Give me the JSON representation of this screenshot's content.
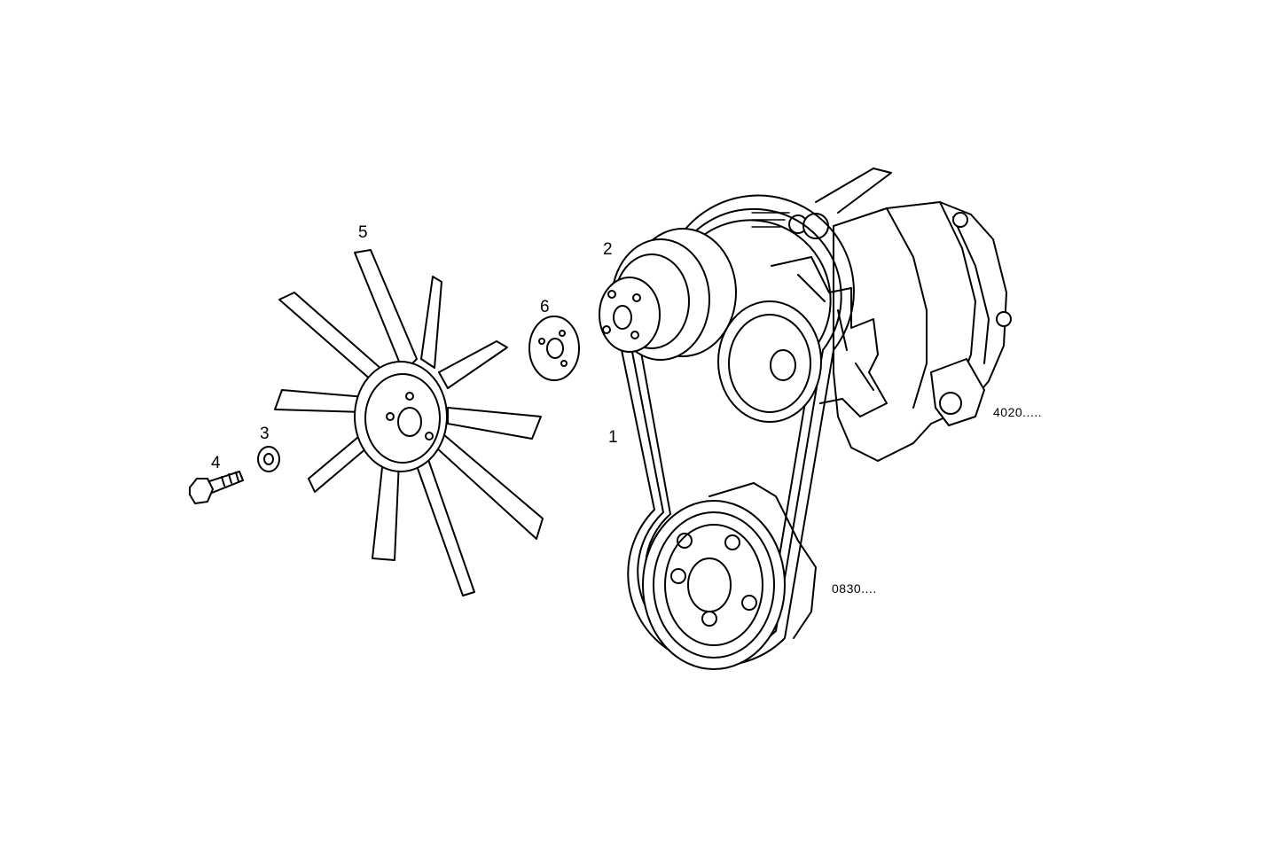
{
  "diagram": {
    "colors": {
      "line": "#000000",
      "background": "#ffffff"
    },
    "parts": [
      {
        "id": "belt",
        "label": "1"
      },
      {
        "id": "pulley",
        "label": "2"
      },
      {
        "id": "washer",
        "label": "3"
      },
      {
        "id": "bolt",
        "label": "4"
      },
      {
        "id": "fan",
        "label": "5"
      },
      {
        "id": "spacer",
        "label": "6"
      }
    ],
    "references": [
      {
        "id": "alternator",
        "label": "4020....."
      },
      {
        "id": "crankshaft-pulley",
        "label": "0830...."
      }
    ]
  }
}
